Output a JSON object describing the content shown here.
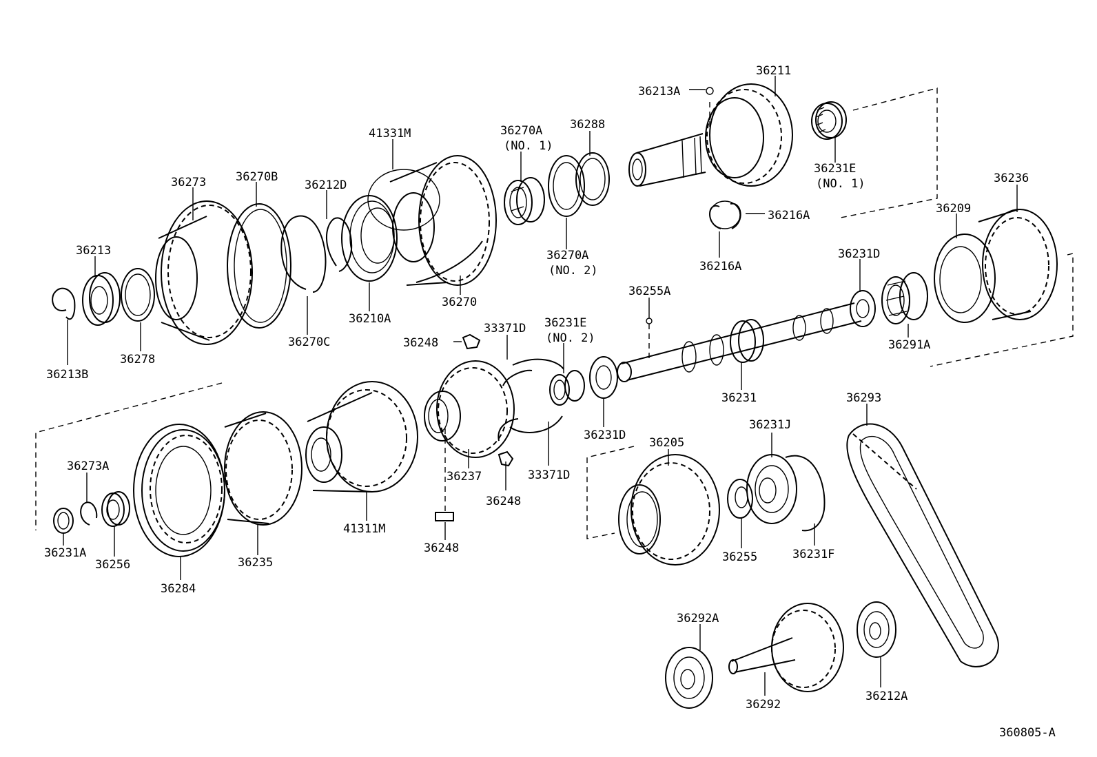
{
  "figure_id": "360805-A",
  "labels": {
    "l36211": "36211",
    "l36213A": "36213A",
    "l36231E_1": "36231E",
    "l36231E_1_note": "(NO. 1)",
    "l36216A_a": "36216A",
    "l36216A_b": "36216A",
    "l36270A_1": "36270A",
    "l36270A_1_note": "(NO. 1)",
    "l36288": "36288",
    "l36270A_2": "36270A",
    "l36270A_2_note": "(NO. 2)",
    "l41331M": "41331M",
    "l36273": "36273",
    "l36270B": "36270B",
    "l36212D": "36212D",
    "l36213": "36213",
    "l36210A": "36210A",
    "l36270": "36270",
    "l36270C": "36270C",
    "l36278": "36278",
    "l36213B": "36213B",
    "l36236": "36236",
    "l36209": "36209",
    "l36231D_a": "36231D",
    "l36291A": "36291A",
    "l36255A": "36255A",
    "l36248_a": "36248",
    "l33371D_a": "33371D",
    "l36231E_2": "36231E",
    "l36231E_2_note": "(NO. 2)",
    "l36231": "36231",
    "l36231D_b": "36231D",
    "l36293": "36293",
    "l36205": "36205",
    "l36231J": "36231J",
    "l36237": "36237",
    "l33371D_b": "33371D",
    "l36248_b": "36248",
    "l36248_c": "36248",
    "l36273A": "36273A",
    "l41311M": "41311M",
    "l36231A": "36231A",
    "l36256": "36256",
    "l36235": "36235",
    "l36284": "36284",
    "l36255": "36255",
    "l36231F": "36231F",
    "l36292A": "36292A",
    "l36292": "36292",
    "l36212A": "36212A"
  }
}
